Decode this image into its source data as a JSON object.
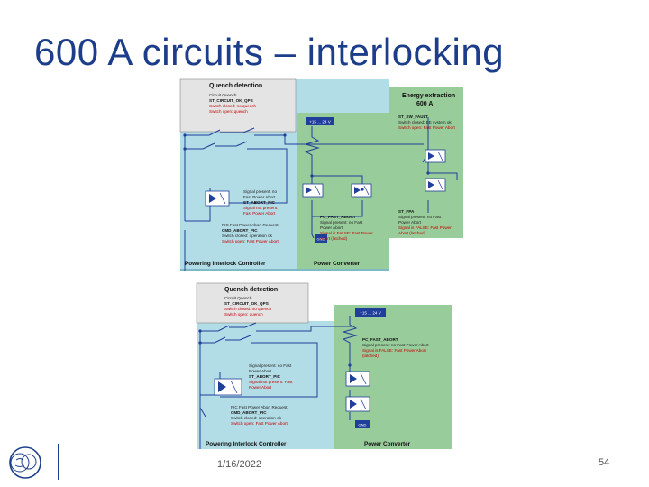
{
  "slide": {
    "title": "600 A circuits – interlocking",
    "date": "1/16/2022",
    "page_number": "54",
    "accent_color": "#1c3d8a"
  },
  "diagram_top": {
    "quench_title": "Quench detection",
    "quench_lines": [
      "Circuit Quench",
      "ST_CIRCUIT_OK_QPS",
      "Switch closed: no quench",
      "Switch open: quench"
    ],
    "pic_title": "Powering Interlock Controller",
    "pic_note1": [
      "Signal present: no",
      "Fast Power Abort",
      "ST_ABORT_PIC",
      "Signal not present:",
      "Fast Power Abort"
    ],
    "pic_note2": [
      "PIC Fast Power Abort Request:",
      "CMD_ABORT_PIC",
      "Switch closed: operation ok",
      "Switch open: Fast Power Abort"
    ],
    "pc_title": "Power Converter",
    "pc_voltage": "+15 ... 24 V",
    "pc_note": [
      "PC_FAST_ABORT",
      "Signal present: no Fast",
      "Power Abort",
      "Signal is FALSE: Fast Power",
      "Abort (latched)"
    ],
    "pc_gnd": "GND",
    "ee_title": [
      "Energy extraction",
      "600 A"
    ],
    "ee_note1": [
      "ST_SW_FAULT",
      "Switch closed: EE system ok",
      "Switch open: Fast Power Abort"
    ],
    "ee_note2": [
      "ST_FPA",
      "Signal present: no Fast",
      "Power Abort",
      "Signal is FALSE: Fast Power",
      "Abort (latched)"
    ]
  },
  "diagram_bottom": {
    "quench_title": "Quench detection",
    "quench_lines": [
      "Circuit Quench",
      "ST_CIRCUIT_OK_QPS",
      "Switch closed: no quench",
      "Switch open: quench"
    ],
    "pic_title": "Powering Interlock Controller",
    "pic_note1": [
      "Signal present: no Fast",
      "Power Abort",
      "ST_ABORT_PIC",
      "Signal not present: Fast",
      "Power Abort"
    ],
    "pic_note2": [
      "PIC Fast Power Abort Request:",
      "CMD_ABORT_PIC",
      "Switch closed: operation ok",
      "Switch open: Fast Power Abort"
    ],
    "pc_title": "Power Converter",
    "pc_voltage": "+15 ... 24 V",
    "pc_note": [
      "PC_FAST_ABORT",
      "Signal present: no Fast Power Abort",
      "Signal is FALSE: Fast Power Abort",
      "(latched)"
    ],
    "pc_gnd": "GND"
  }
}
